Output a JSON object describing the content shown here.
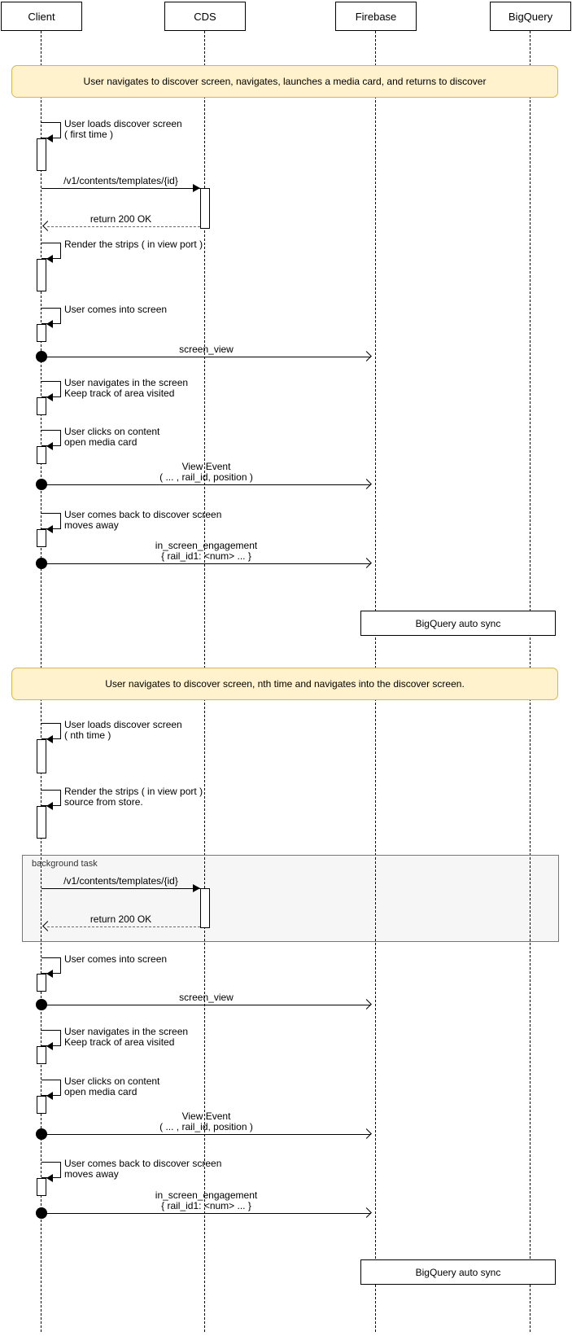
{
  "participants": {
    "client": "Client",
    "cds": "CDS",
    "firebase": "Firebase",
    "bigquery": "BigQuery"
  },
  "notes": {
    "section1": "User navigates to discover screen, navigates, launches a media card, and returns to discover",
    "section2": "User navigates to discover screen, nth time and navigates into the discover screen."
  },
  "frame": {
    "label": "background task"
  },
  "sync_box_label": "BigQuery auto sync",
  "messages": {
    "load_first_1": "User loads discover screen",
    "load_first_2": "( first time )",
    "api_call": "/v1/contents/templates/{id}",
    "api_return": "return 200 OK",
    "render_strips": "Render the strips ( in view port )",
    "comes_into": "User comes into screen",
    "screen_view": "screen_view",
    "navigates_1": "User navigates in the screen",
    "navigates_2": "Keep track of area visited",
    "clicks_1": "User clicks on content",
    "clicks_2": "open media card",
    "view_event_1": "View Event",
    "view_event_2": "( ... , rail_id, position )",
    "comes_back_1": "User comes back to discover screen",
    "comes_back_2": "moves away",
    "engagement_1": "in_screen_engagement",
    "engagement_2": "{ rail_id1: <num> ... }",
    "load_nth_1": "User loads discover screen",
    "load_nth_2": "( nth time )",
    "render_store_1": "Render the strips ( in view port )",
    "render_store_2": "source from store."
  },
  "colors": {
    "note_fill": "#FFF2CC",
    "note_border": "#D6B656",
    "frame_fill": "#F5F5F5",
    "frame_border": "#666666",
    "line": "#000000",
    "background": "#FFFFFF"
  }
}
